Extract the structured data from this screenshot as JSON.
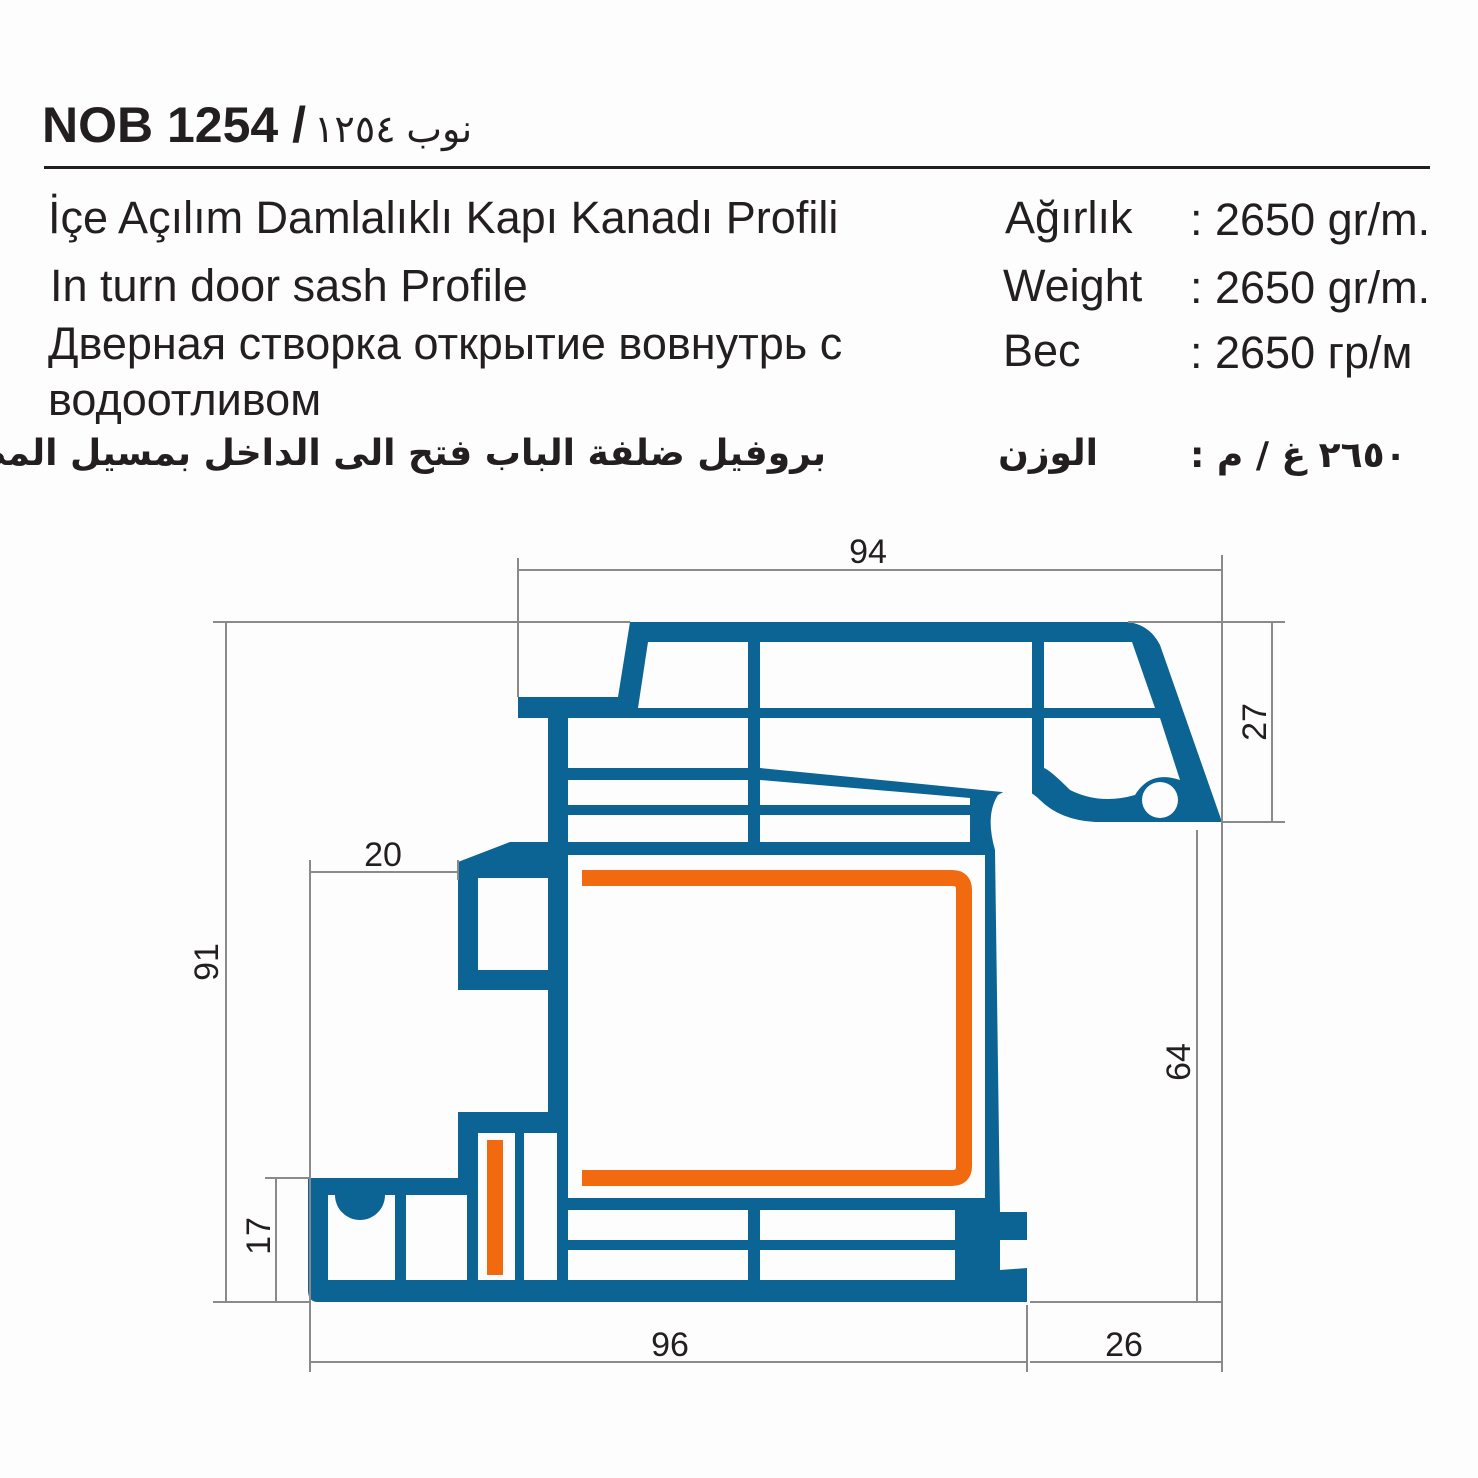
{
  "header": {
    "code": "NOB 1254 /",
    "code_arabic": "نوب ١٢٥٤"
  },
  "description": {
    "tr": "İçe Açılım Damlalıklı Kapı Kanadı Profili",
    "en": "In turn door sash Profile",
    "ru_line1": "Дверная створка открытие вовнутрь с",
    "ru_line2": "водоотливом",
    "ar": "بروفيل ضلفة الباب فتح الى الداخل  بمسيل المطر"
  },
  "weight": [
    {
      "label": "Ağırlık",
      "value": ": 2650 gr/m."
    },
    {
      "label": "Weight",
      "value": ": 2650 gr/m."
    },
    {
      "label": "Вес",
      "value": ": 2650 гр/м"
    },
    {
      "label": "الوزن",
      "value": "٢٦٥٠ غ / م :"
    }
  ],
  "dimensions": {
    "top_width": "94",
    "total_height": "91",
    "top_height": "27",
    "lower_height": "64",
    "left_step": "20",
    "bottom_step": "17",
    "bottom_width": "96",
    "overhang": "26"
  },
  "colors": {
    "profile": "#0b6494",
    "reinforcement": "#f26a0f",
    "dimension_lines": "#8a8a8a"
  }
}
